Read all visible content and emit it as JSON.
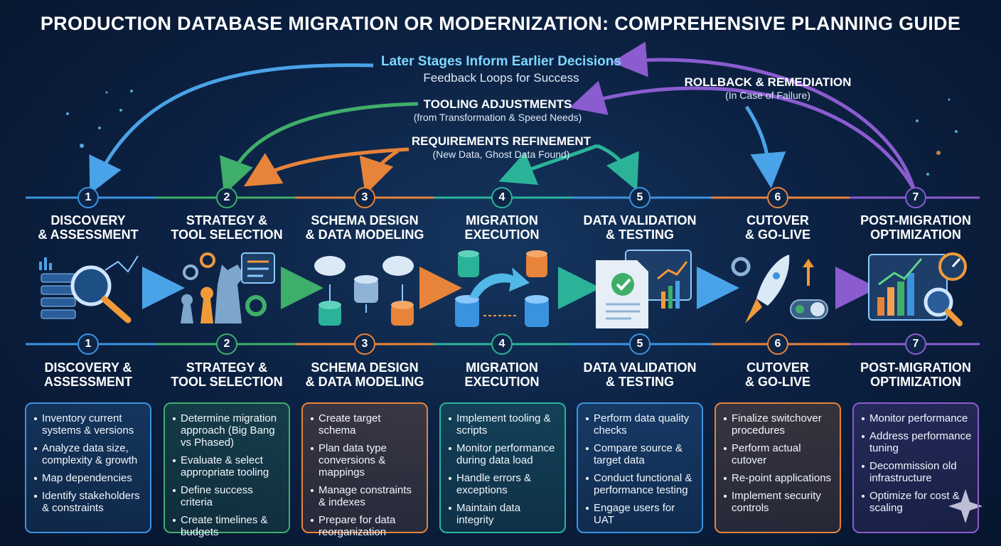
{
  "title": "PRODUCTION DATABASE MIGRATION OR MODERNIZATION: COMPREHENSIVE PLANNING GUIDE",
  "feedback": {
    "main_title": "Later Stages Inform Earlier Decisions",
    "main_sub": "Feedback Loops for Success",
    "tooling": "TOOLING ADJUSTMENTS",
    "tooling_note": "(from Transformation & Speed Needs)",
    "requirements": "REQUIREMENTS REFINEMENT",
    "requirements_note": "(New Data, Ghost Data Found)",
    "rollback": "ROLLBACK & REMEDIATION",
    "rollback_note": "(In Case of Failure)"
  },
  "colors": {
    "blue": "#4aa3e8",
    "green": "#3fae6a",
    "orange": "#e8833a",
    "teal": "#2bb39a",
    "purple": "#8a5ccf"
  },
  "stages": [
    {
      "num": "1",
      "color": "#3b93e0",
      "label_top": "DISCOVERY\n& ASSESSMENT",
      "label_bottom": "DISCOVERY &\nASSESSMENT",
      "icon": "magnifier-server-chart-icon",
      "items": [
        "Inventory current systems & versions",
        "Analyze data size, complexity & growth",
        "Map dependencies",
        "Identify stakeholders & constraints"
      ]
    },
    {
      "num": "2",
      "color": "#3fae6a",
      "label_top": "STRATEGY &\nTOOL SELECTION",
      "label_bottom": "STRATEGY &\nTOOL SELECTION",
      "icon": "chess-gears-icon",
      "items": [
        "Determine migration approach (Big Bang vs Phased)",
        "Evaluate & select appropriate tooling",
        "Define success criteria",
        "Create timelines & budgets"
      ]
    },
    {
      "num": "3",
      "color": "#e8833a",
      "label_top": "SCHEMA DESIGN\n& DATA MODELING",
      "label_bottom": "SCHEMA DESIGN\n& DATA MODELING",
      "icon": "cloud-database-schema-icon",
      "items": [
        "Create target schema",
        "Plan data type conversions & mappings",
        "Manage constraints & indexes",
        "Prepare for data reorganization"
      ]
    },
    {
      "num": "4",
      "color": "#2bb39a",
      "label_top": "MIGRATION\nEXECUTION",
      "label_bottom": "MIGRATION\nEXECUTION",
      "icon": "database-transfer-icon",
      "items": [
        "Implement tooling & scripts",
        "Monitor performance during data load",
        "Handle errors & exceptions",
        "Maintain data integrity"
      ]
    },
    {
      "num": "5",
      "color": "#3b93e0",
      "label_top": "DATA VALIDATION\n& TESTING",
      "label_bottom": "DATA VALIDATION\n& TESTING",
      "icon": "checklist-document-icon",
      "items": [
        "Perform data quality checks",
        "Compare source & target data",
        "Conduct functional & performance testing",
        "Engage users for UAT"
      ]
    },
    {
      "num": "6",
      "color": "#e8833a",
      "label_top": "CUTOVER\n& GO-LIVE",
      "label_bottom": "CUTOVER\n& GO-LIVE",
      "icon": "rocket-toggle-icon",
      "items": [
        "Finalize switchover procedures",
        "Perform actual cutover",
        "Re-point applications",
        "Implement security controls"
      ]
    },
    {
      "num": "7",
      "color": "#8a5ccf",
      "label_top": "POST-MIGRATION\nOPTIMIZATION",
      "label_bottom": "POST-MIGRATION\nOPTIMIZATION",
      "icon": "chart-gauge-magnifier-icon",
      "items": [
        "Monitor performance",
        "Address performance tuning",
        "Decommission old infrastructure",
        "Optimize for cost & scaling"
      ]
    }
  ]
}
